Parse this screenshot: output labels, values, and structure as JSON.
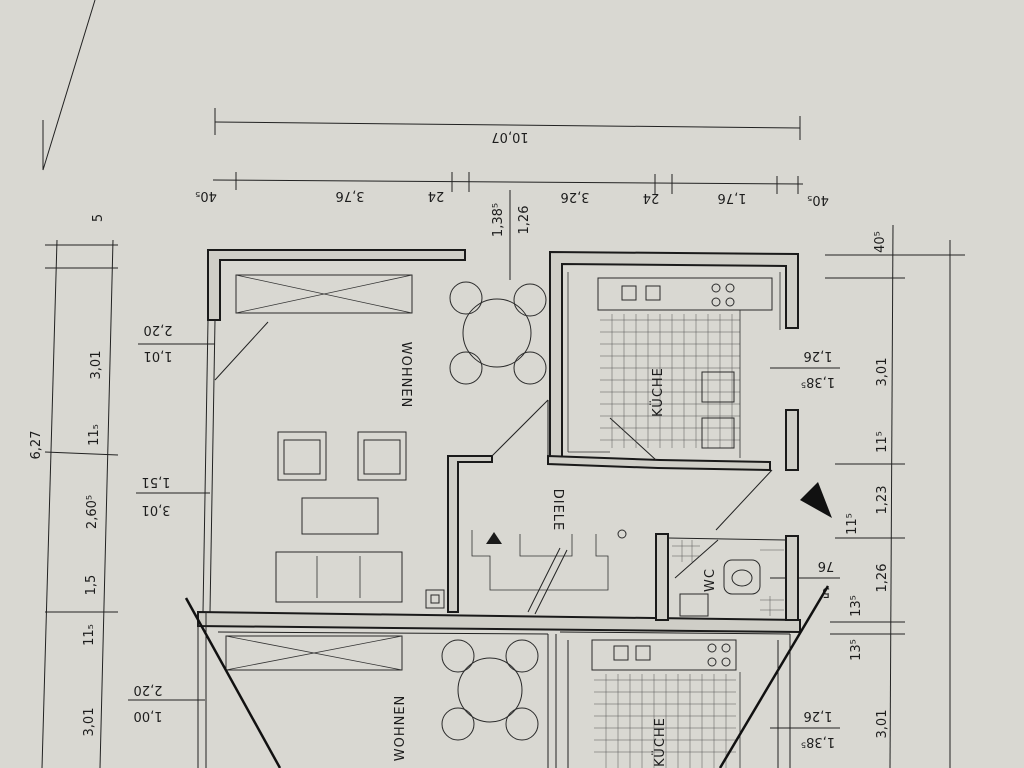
{
  "dimensions": {
    "top_total": "10,07",
    "top_seg_1": "40₅",
    "top_seg_2": "3,76",
    "top_seg_3": "24",
    "top_seg_4": "3,26",
    "top_seg_5": "24",
    "top_seg_6": "1,76",
    "top_seg_7": "40₅",
    "mid_1": "1,38⁵",
    "mid_2": "1,26",
    "left_total": "6,27",
    "left_1": "5",
    "left_2": "3,01",
    "left_3": "11₅",
    "left_4": "2,60⁵",
    "left_5": "1,5",
    "left_6": "11₅",
    "left_7": "3,01",
    "win_a_top": "2,20",
    "win_a_bot": "1,01",
    "win_b_top": "1,51",
    "win_b_bot": "3,01",
    "win_c_top": "2,20",
    "win_c_bot": "1,00",
    "right_1": "40⁵",
    "right_2": "3,01",
    "right_3": "11⁵",
    "right_4": "1,23",
    "right_5": "11⁵",
    "right_6": "1,26",
    "right_7": "13⁵",
    "right_8": "13⁵",
    "right_9": "3,01",
    "kitchen_win_top": "1,26",
    "kitchen_win_bot": "1,38⁵",
    "wc_win_top": "76",
    "wc_win_bot": "5",
    "kitchen2_win_top": "1,26",
    "kitchen2_win_bot": "1,38⁵"
  },
  "rooms": {
    "wohnen": "WOHNEN",
    "kueche": "KÜCHE",
    "diele": "DIELE",
    "wc": "WC",
    "wohnen2": "WOHNEN",
    "kueche2": "KÜCHE"
  }
}
